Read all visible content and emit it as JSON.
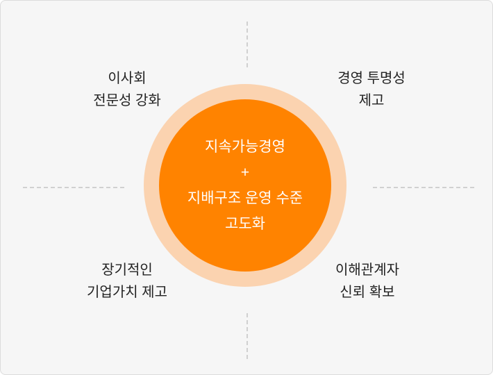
{
  "center": {
    "line1": "지속가능경영",
    "line2": "+",
    "line3": "지배구조 운영 수준",
    "line4": "고도화"
  },
  "quadrants": {
    "top_left": [
      "이사회",
      "전문성 강화"
    ],
    "top_right": [
      "경영 투명성",
      "제고"
    ],
    "bottom_left": [
      "장기적인",
      "기업가치 제고"
    ],
    "bottom_right": [
      "이해관계자",
      "신뢰 확보"
    ]
  },
  "colors": {
    "background": "#f6f6f6",
    "ring": "#fbd3b0",
    "core": "#ff8300",
    "divider": "#d0d0d0"
  }
}
